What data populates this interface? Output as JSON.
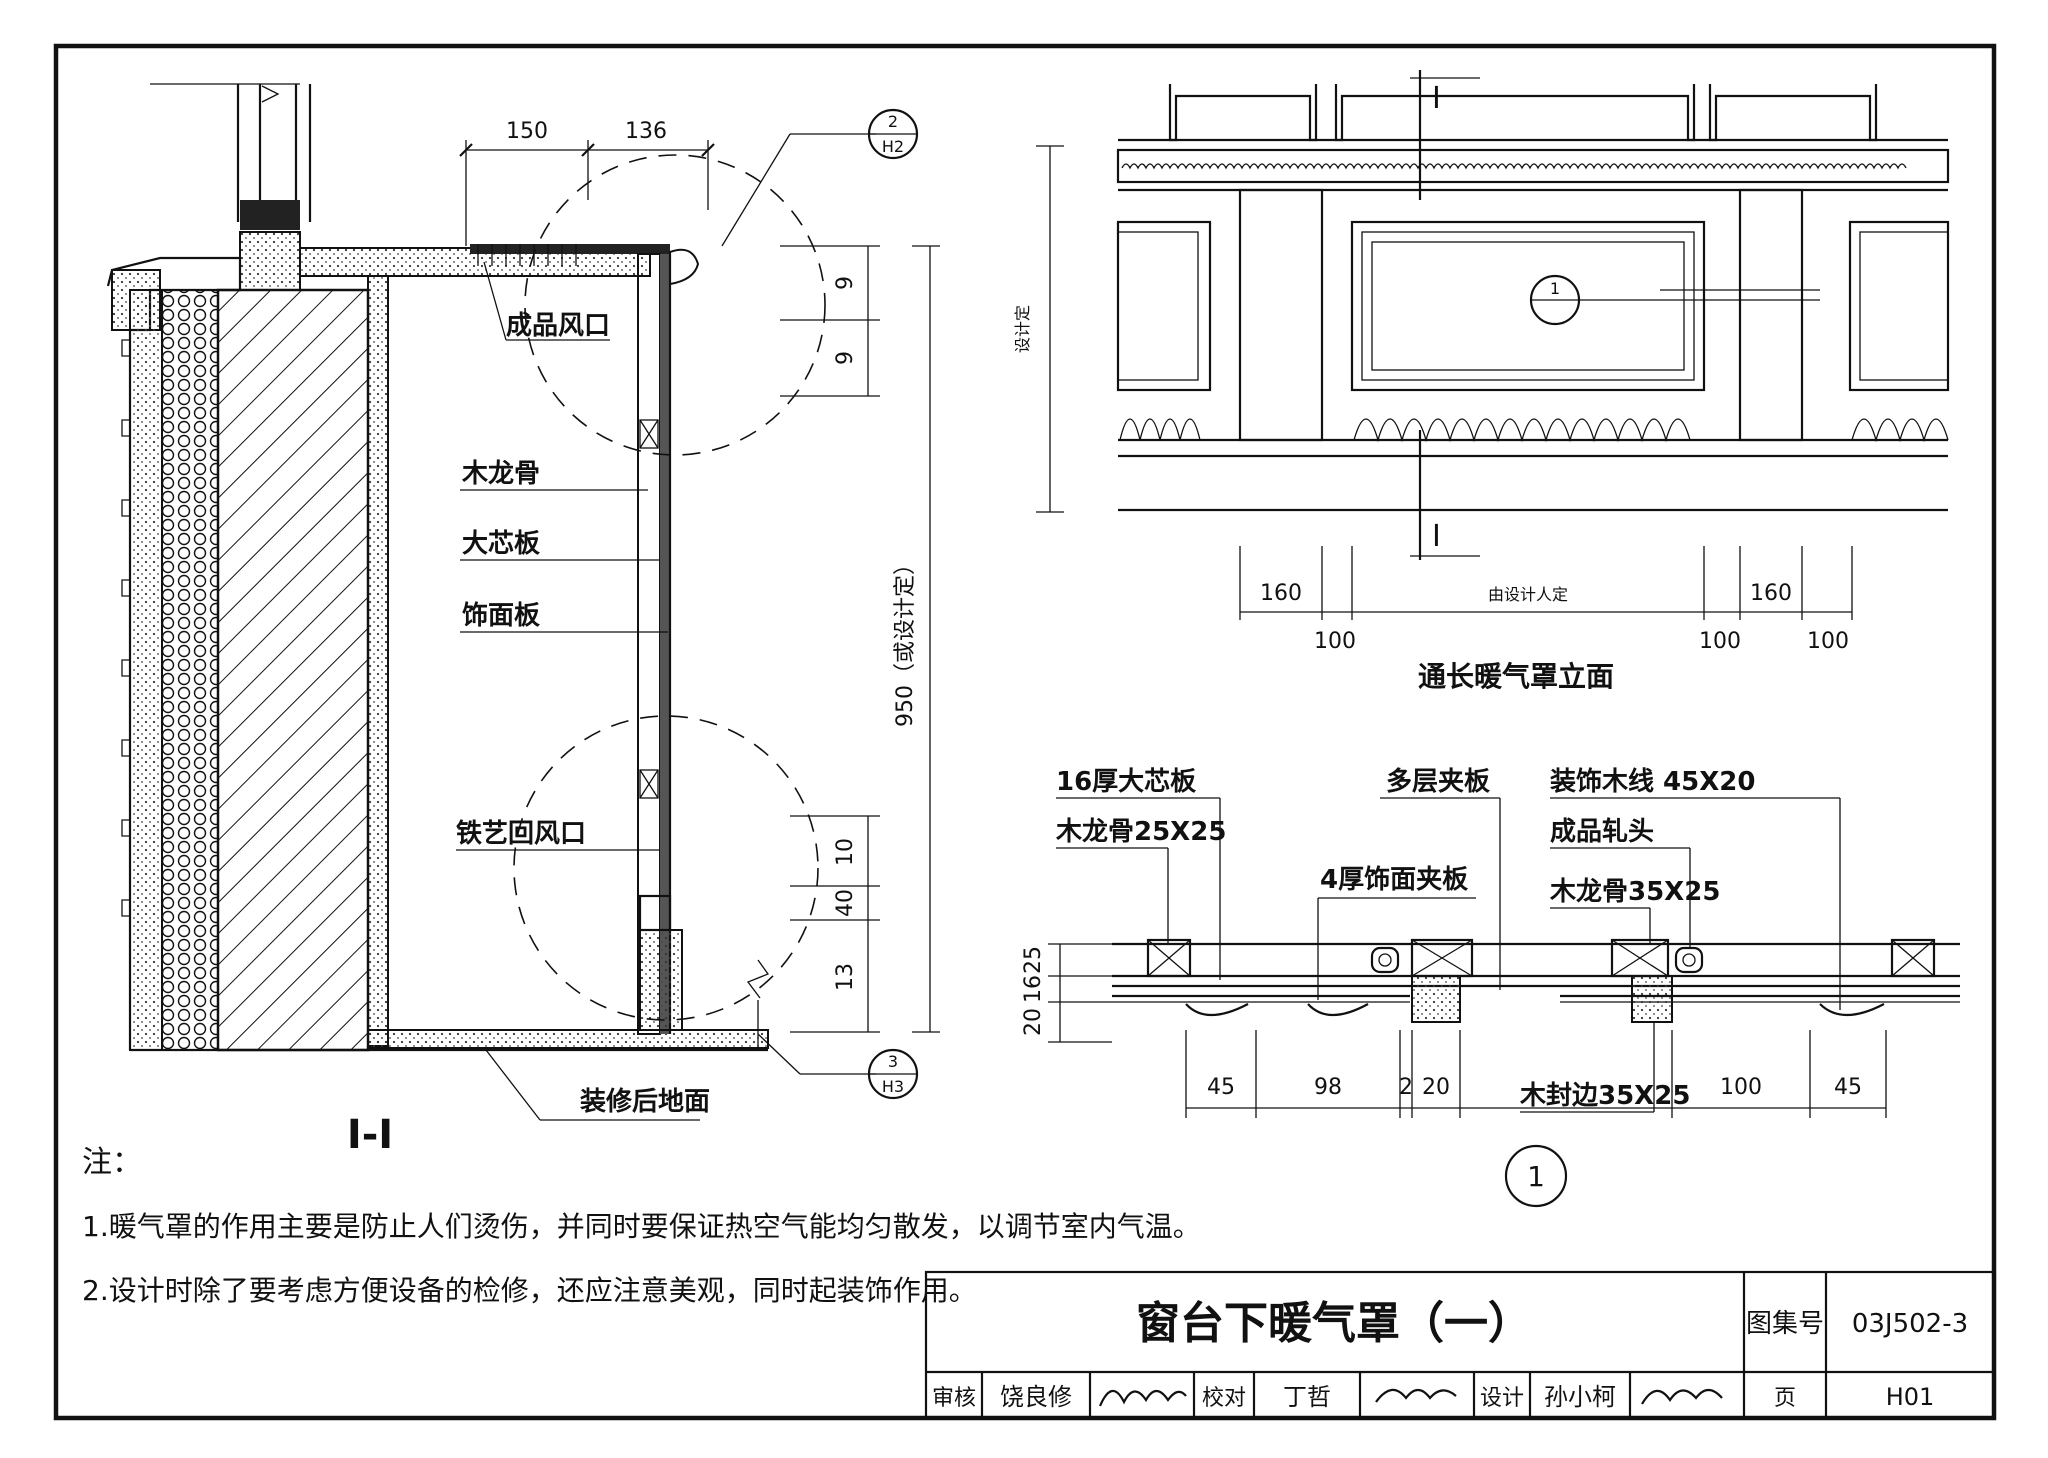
{
  "section_view": {
    "title": "I-I",
    "labels": {
      "vent": "成品风口",
      "keel": "木龙骨",
      "core_board": "大芯板",
      "face_board": "饰面板",
      "return_vent": "铁艺回风口",
      "floor": "装修后地面"
    },
    "dims": {
      "top1": "150",
      "top2": "136",
      "r1": "9",
      "r2": "9",
      "height": "950（或设计定）",
      "b1": "10",
      "b2": "40",
      "b3": "13"
    },
    "callouts": [
      {
        "num": "2",
        "ref": "H2"
      },
      {
        "num": "3",
        "ref": "H3"
      }
    ]
  },
  "elevation_view": {
    "title": "通长暖气罩立面",
    "section_mark": "I",
    "callout_num": "1",
    "height_label": "设计定",
    "dims": {
      "d1": "160",
      "d2": "100",
      "mid": "由设计人定",
      "d3": "100",
      "d4": "160",
      "d5": "100"
    }
  },
  "detail_view": {
    "number": "1",
    "labels": {
      "core16": "16厚大芯板",
      "keel25": "木龙骨25X25",
      "ply_multi": "多层夹板",
      "face_ply4": "4厚饰面夹板",
      "trim": "装饰木线 45X20",
      "hinge": "成品轧头",
      "keel35": "木龙骨35X25",
      "edge35": "木封边35X25"
    },
    "dims_left": [
      "25",
      "16",
      "20"
    ],
    "dims_bottom": [
      "45",
      "98",
      "2",
      "20",
      "100",
      "45"
    ]
  },
  "notes": {
    "heading": "注：",
    "items": [
      "1.暖气罩的作用主要是防止人们烫伤，并同时要保证热空气能均匀散发，以调节室内气温。",
      "2.设计时除了要考虑方便设备的检修，还应注意美观，同时起装饰作用。"
    ]
  },
  "title_block": {
    "title": "窗台下暖气罩（一）",
    "atlas_label": "图集号",
    "atlas_value": "03J502-3",
    "review_label": "审核",
    "reviewer": "饶良修",
    "check_label": "校对",
    "checker": "丁哲",
    "design_label": "设计",
    "designer": "孙小柯",
    "page_label": "页",
    "page_value": "H01"
  }
}
